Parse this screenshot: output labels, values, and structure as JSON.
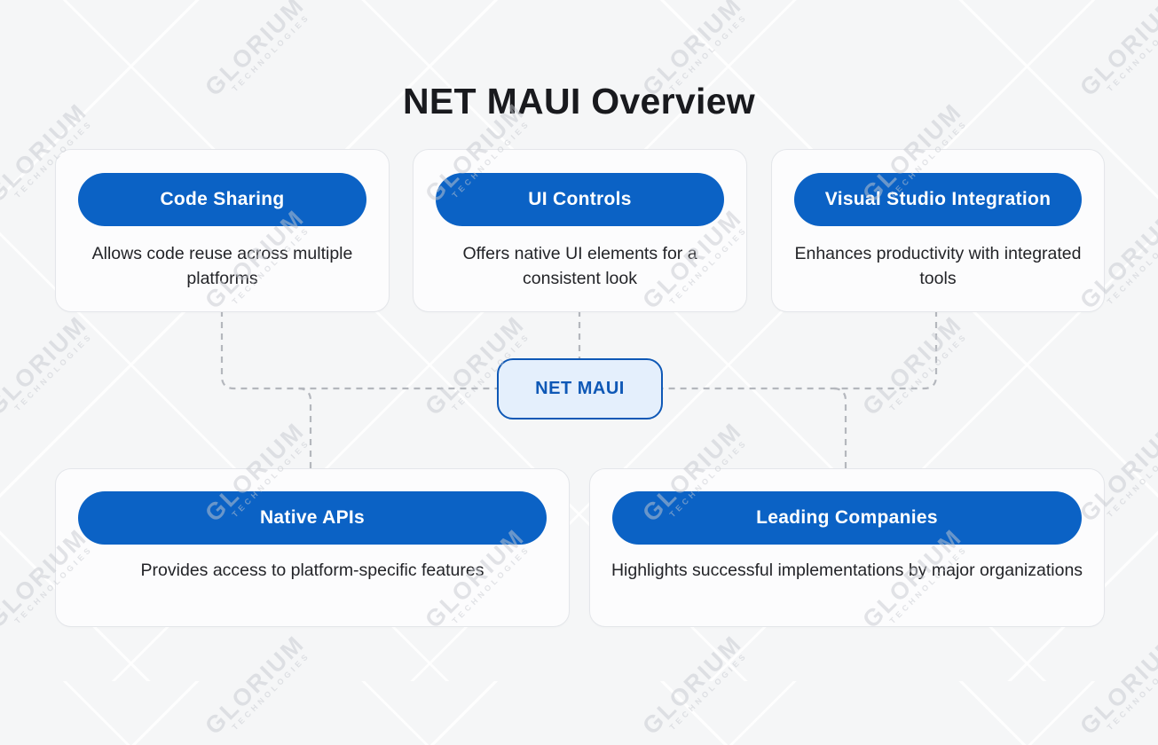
{
  "title": "NET MAUI Overview",
  "watermark": {
    "line1": "GLORIUM",
    "line2": "TECHNOLOGIES"
  },
  "center_node": {
    "label": "NET MAUI"
  },
  "cards": {
    "code_sharing": {
      "title": "Code Sharing",
      "description": "Allows code reuse across multiple platforms"
    },
    "ui_controls": {
      "title": "UI Controls",
      "description": "Offers native UI elements for a consistent look"
    },
    "visual_studio": {
      "title": "Visual Studio Integration",
      "description": "Enhances productivity with integrated tools"
    },
    "native_apis": {
      "title": "Native APIs",
      "description": "Provides access to platform-specific features"
    },
    "leading_companies": {
      "title": "Leading Companies",
      "description": "Highlights successful implementations by major organizations"
    }
  },
  "colors": {
    "accent": "#0b62c5",
    "node_fill": "#e4effc",
    "node_border": "#0e58b6",
    "connector": "#b4b7bd"
  }
}
